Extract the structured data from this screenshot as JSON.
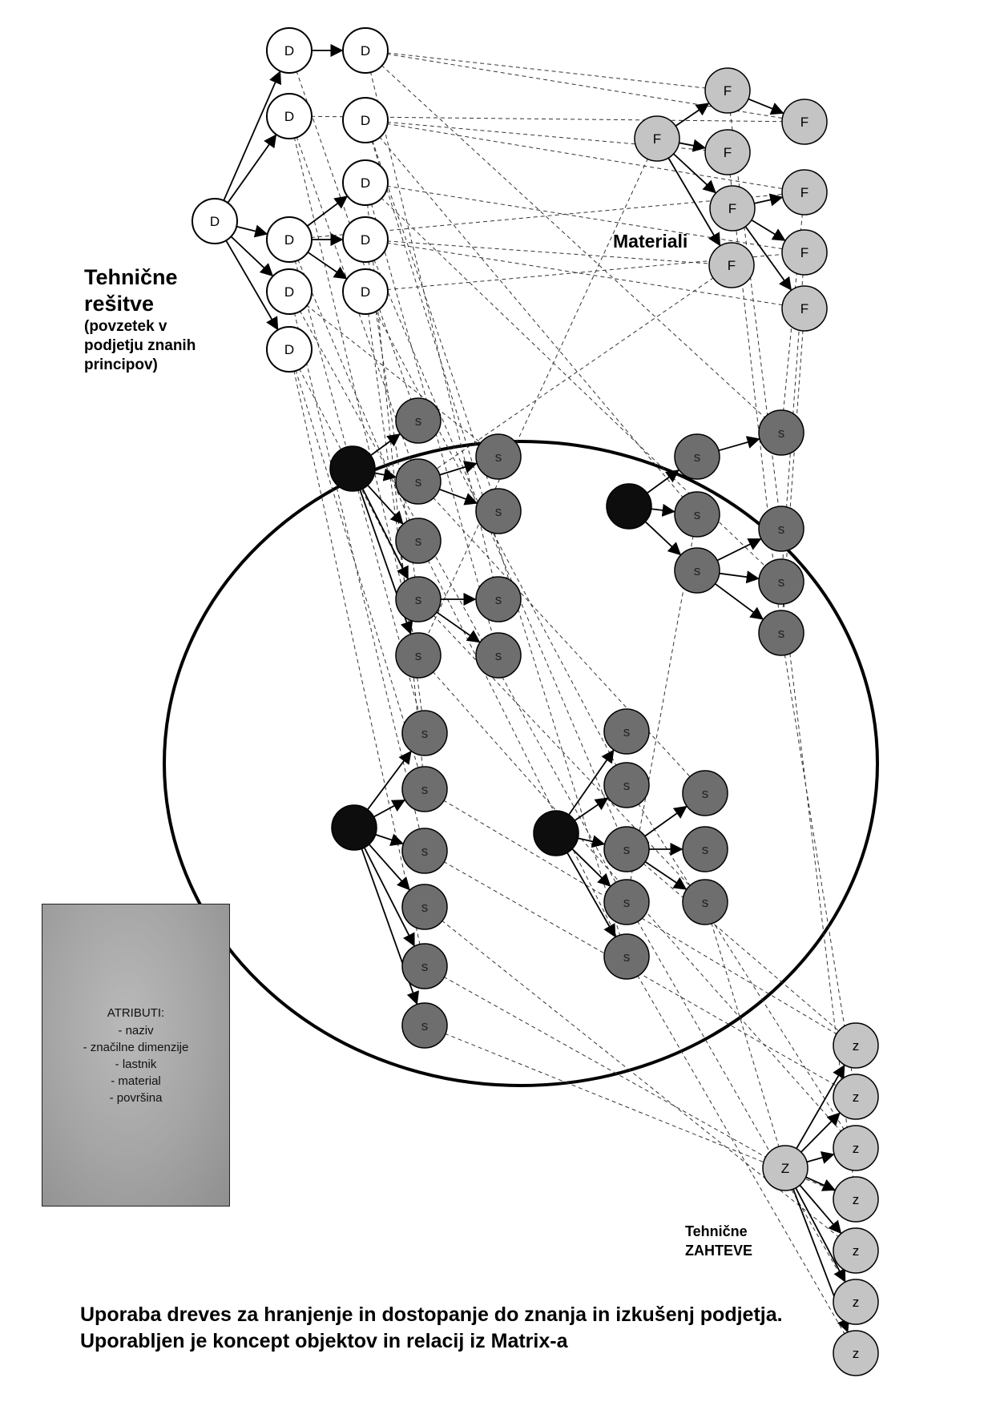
{
  "labels": {
    "tehnicne_line1": "Tehnične",
    "tehnicne_line2": "rešitve",
    "povzetek_line1": "(povzetek v",
    "povzetek_line2": "podjetju znanih",
    "povzetek_line3": "principov)",
    "materiali": "Materiali",
    "zahteve_line1": "Tehnične",
    "zahteve_line2": "ZAHTEVE"
  },
  "attributes": {
    "title": "ATRIBUTI:",
    "items": [
      "- naziv",
      "- značilne dimenzije",
      "- lastnik",
      "- material",
      "- površina"
    ]
  },
  "caption": {
    "line1": "Uporaba dreves za hranjenje in dostopanje do znanja in izkušenj podjetja.",
    "line2": "Uporabljen je koncept objektov in relacij iz Matrix-a"
  },
  "node_letters": {
    "D": "D",
    "F": "F",
    "S": "s",
    "Z": "z",
    "Z_root": "Z"
  },
  "colors": {
    "d_fill": "#ffffff",
    "f_fill": "#c4c4c4",
    "z_fill": "#c4c4c4",
    "s_fill": "#6e6e6e",
    "s_root_fill": "#0d0d0d",
    "stroke": "#000000"
  }
}
